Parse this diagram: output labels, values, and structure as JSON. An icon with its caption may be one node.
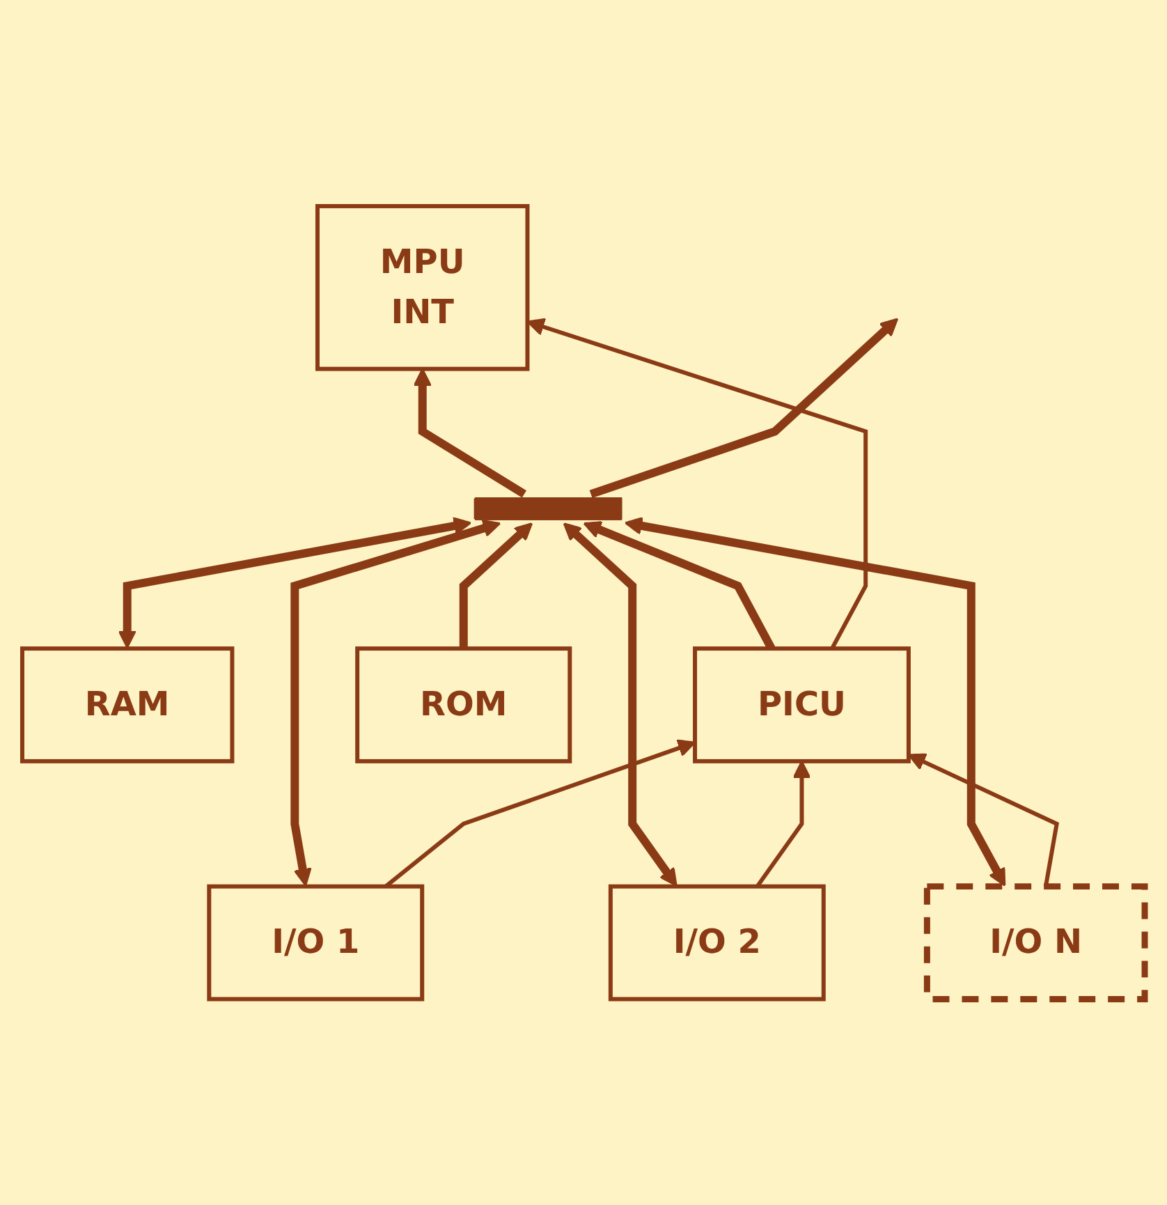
{
  "diagram": {
    "nodes": [
      {
        "text": [
          "MPU",
          "INT"
        ]
      },
      {
        "text": [],
        "shape": "bar"
      },
      {
        "text": [
          "RAM"
        ]
      },
      {
        "text": [
          "PICU"
        ]
      },
      {
        "text": [
          "ROM"
        ]
      },
      {
        "text": [
          "I/O 1"
        ]
      },
      {
        "text": [
          "I/O 2"
        ]
      },
      {
        "text": [
          "I/O N"
        ]
      }
    ],
    "edges": [
      {
        "from": 1,
        "to": 0,
        "arrow": "to"
      },
      {
        "from": 1,
        "to": null,
        "arrow": "to"
      },
      {
        "from": 2,
        "to": 1,
        "arrow": "both"
      },
      {
        "from": 3,
        "to": 1,
        "arrow": "to"
      },
      {
        "from": 4,
        "to": 1,
        "arrow": "to"
      },
      {
        "from": 5,
        "to": 1,
        "arrow": "both"
      },
      {
        "from": 6,
        "to": 1,
        "arrow": "both"
      },
      {
        "from": 7,
        "to": 1,
        "arrow": "both"
      },
      {
        "from": 3,
        "to": 0,
        "arrow": "to"
      },
      {
        "from": 5,
        "to": 3,
        "arrow": "to"
      },
      {
        "from": 6,
        "to": 3,
        "arrow": "to"
      },
      {
        "from": 7,
        "to": 3,
        "arrow": "to"
      }
    ]
  }
}
